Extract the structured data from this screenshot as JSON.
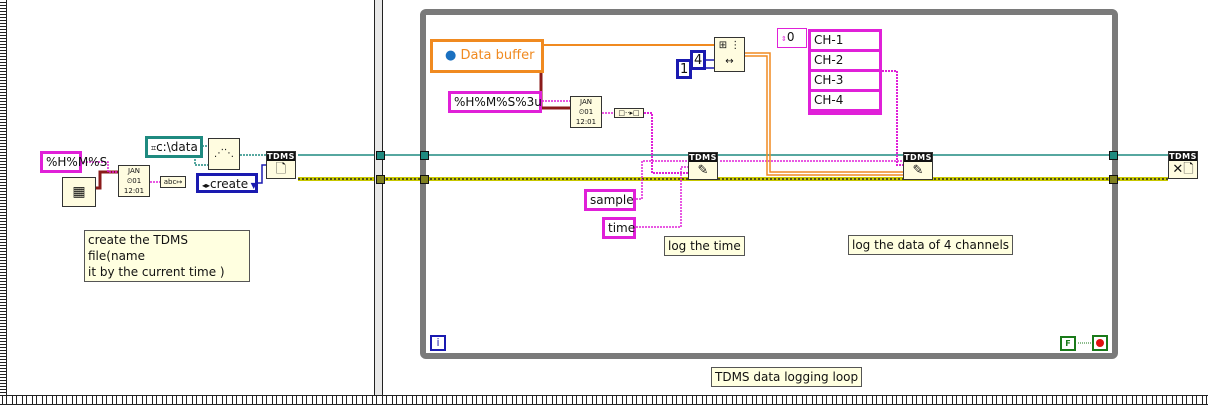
{
  "left_frame": {
    "format_string": "%H%M%S",
    "path_constant": "c:\\data",
    "operation_enum": "create",
    "comment": [
      "create the TDMS file(name",
      "it by the current time )"
    ]
  },
  "loop": {
    "queue_name": "Data buffer",
    "time_format": "%H%M%S%3u",
    "index_constant_1": "1",
    "index_constant_4": "4",
    "array_index": "0",
    "channels": [
      "CH-1",
      "CH-2",
      "CH-3",
      "CH-4"
    ],
    "group_sample": "sample",
    "channel_time": "time",
    "comment_log_time": "log the time",
    "comment_log_data": "log the data of 4 channels",
    "loop_label": "TDMS data logging loop",
    "iteration_label": "i",
    "stop_constant": "F"
  },
  "tdms_header": "TDMS",
  "colors": {
    "string_wire": "#e020d8",
    "refnum_wire": "#1f8a80",
    "error_wire": "#c8c800",
    "queue_wire": "#f08a20",
    "timestamp_wire": "#8a1a1a",
    "numeric_blue": "#1a1ab0",
    "loop_frame": "#7a7a7a"
  }
}
